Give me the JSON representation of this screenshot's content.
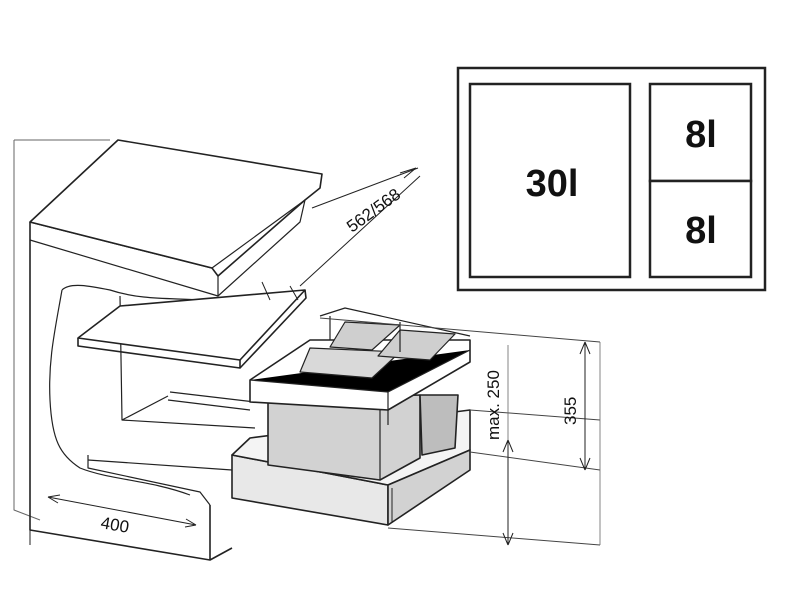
{
  "layout_diagram": {
    "compartments": [
      {
        "label": "30l"
      },
      {
        "label": "8l"
      },
      {
        "label": "8l"
      }
    ]
  },
  "dimensions": {
    "depth": "562/568",
    "width": "400",
    "max_height": "max. 250",
    "cabinet_height": "355"
  },
  "colors": {
    "line": "#222222",
    "shade_light": "#e8e8e8",
    "shade_mid": "#d2d2d2",
    "shade_dark": "#bdbdbd"
  }
}
